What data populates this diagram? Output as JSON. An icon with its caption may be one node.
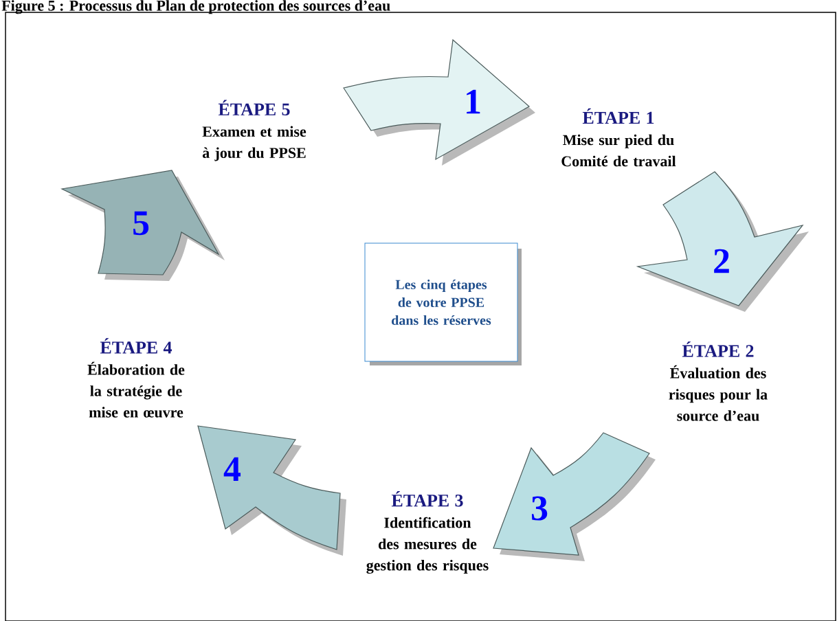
{
  "diagram": {
    "title": "Figure 5 : Processus du Plan de protection des sources d’eau",
    "nodes": [
      {
        "text": [
          "ÉTAPE 1",
          "Mise sur pied du Comité de travail"
        ]
      },
      {
        "text": [
          "ÉTAPE 2",
          "Évaluation des risques pour la source d’eau"
        ]
      },
      {
        "text": [
          "ÉTAPE 3",
          "Identification des mesures de gestion des risques"
        ]
      },
      {
        "text": [
          "ÉTAPE 4",
          "Élaboration de la stratégie de mise en œuvre"
        ]
      },
      {
        "text": [
          "ÉTAPE 5",
          "Examen et mise à jour du PPSE"
        ]
      },
      {
        "text": [
          "Les cinq étapes de votre PPSE dans les réserves"
        ]
      },
      {
        "text": [
          "1"
        ]
      },
      {
        "text": [
          "2"
        ]
      },
      {
        "text": [
          "3"
        ]
      },
      {
        "text": [
          "4"
        ]
      },
      {
        "text": [
          "5"
        ]
      }
    ]
  }
}
